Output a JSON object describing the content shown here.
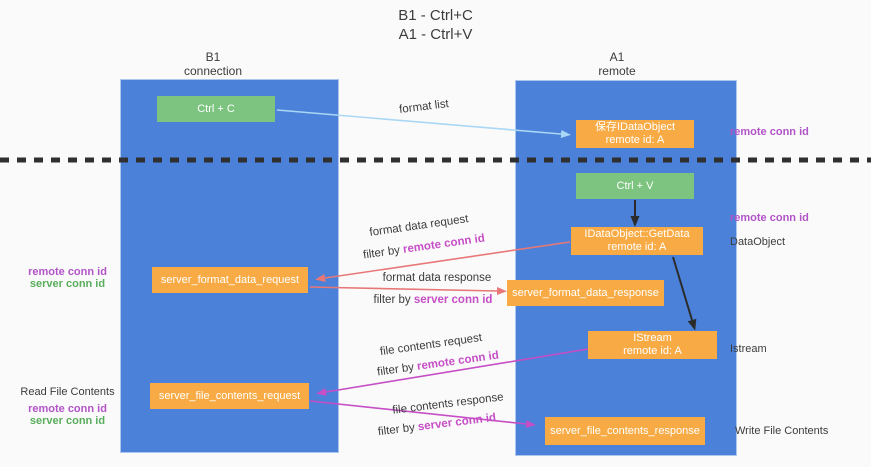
{
  "title": {
    "line1": "B1 - Ctrl+C",
    "line2": "A1 - Ctrl+V"
  },
  "lanes": {
    "b1": {
      "name": "B1",
      "subtitle": "connection"
    },
    "a1": {
      "name": "A1",
      "subtitle": "remote"
    }
  },
  "boxes": {
    "ctrl_c": {
      "label": "Ctrl + C"
    },
    "save_idataobject": {
      "line1": "保存IDataObject",
      "line2": "remote id: A"
    },
    "ctrl_v": {
      "label": "Ctrl + V"
    },
    "idataobject_getdata": {
      "line1": "IDataObject::GetData",
      "line2": "remote id: A"
    },
    "server_format_data_request": {
      "label": "server_format_data_request"
    },
    "server_format_data_response": {
      "label": "server_format_data_response"
    },
    "istream": {
      "line1": "IStream",
      "line2": "remote id: A"
    },
    "server_file_contents_request": {
      "label": "server_file_contents_request"
    },
    "server_file_contents_response": {
      "label": "server_file_contents_response"
    }
  },
  "arrow_labels": {
    "format_list": "format list",
    "format_data_request": "format data request",
    "filter_by_remote_1": {
      "prefix": "filter by ",
      "value": "remote conn id"
    },
    "format_data_response": "format data response",
    "filter_by_server_1": {
      "prefix": "filter by ",
      "value": "server conn id"
    },
    "file_contents_request": "file contents request",
    "filter_by_remote_2": {
      "prefix": "filter by ",
      "value": "remote conn id"
    },
    "file_contents_response": "file contents response",
    "filter_by_server_2": {
      "prefix": "filter by ",
      "value": "server conn id"
    }
  },
  "annotations": {
    "left": {
      "remote_conn_id_1": "remote conn id",
      "server_conn_id_1": "server conn id",
      "read_file_contents": "Read File Contents",
      "remote_conn_id_2": "remote conn id",
      "server_conn_id_2": "server conn id"
    },
    "right": {
      "remote_conn_id_1": "remote conn id",
      "remote_conn_id_2": "remote conn id",
      "dataobject": "DataObject",
      "istream": "Istream",
      "write_file_contents": "Write File Contents"
    }
  },
  "colors": {
    "lane_blue": "#4b81d8",
    "box_orange": "#f8ab45",
    "box_green": "#7cc47f",
    "arrow_light_blue": "#a9d7f5",
    "arrow_red": "#e87878",
    "arrow_magenta": "#c64ec6",
    "arrow_black": "#2b2b2b",
    "text_purple": "#b254c8",
    "text_green": "#58ad5c",
    "dashed_divider": "#2f2f2f",
    "background": "#fafafa"
  }
}
